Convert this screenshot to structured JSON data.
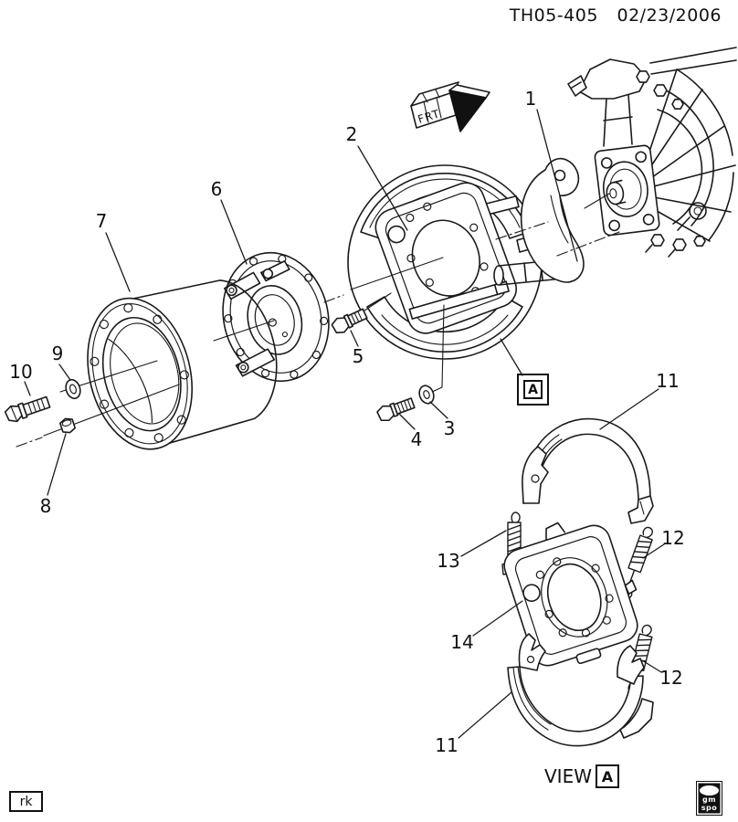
{
  "header": {
    "drawing_code": "TH05-405",
    "drawing_date": "02/23/2006"
  },
  "direction_indicator": {
    "label": "FRT"
  },
  "detail_marker": {
    "letter": "A"
  },
  "view_label": {
    "prefix": "VIEW",
    "letter": "A"
  },
  "artist_stamp": {
    "text": "rk"
  },
  "brand_stamp": {
    "line1": "gm",
    "line2": "spo"
  },
  "callouts": [
    {
      "ref": "1"
    },
    {
      "ref": "2"
    },
    {
      "ref": "3"
    },
    {
      "ref": "4"
    },
    {
      "ref": "5"
    },
    {
      "ref": "6"
    },
    {
      "ref": "7"
    },
    {
      "ref": "8"
    },
    {
      "ref": "9"
    },
    {
      "ref": "10"
    },
    {
      "ref": "11"
    },
    {
      "ref": "12"
    },
    {
      "ref": "13"
    },
    {
      "ref": "14"
    },
    {
      "ref": "12"
    },
    {
      "ref": "11"
    }
  ]
}
